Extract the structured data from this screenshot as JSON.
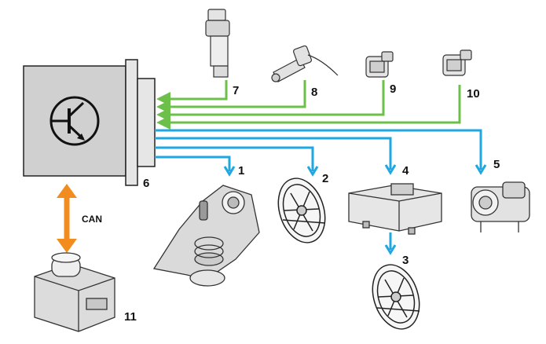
{
  "diagram": {
    "can_label": "CAN",
    "components": [
      {
        "id": "1",
        "label": "1",
        "icon": "throttle-housing-icon"
      },
      {
        "id": "2",
        "label": "2",
        "icon": "cooling-fan-icon"
      },
      {
        "id": "3",
        "label": "3",
        "icon": "cooling-fan-icon"
      },
      {
        "id": "4",
        "label": "4",
        "icon": "fan-control-module-icon"
      },
      {
        "id": "5",
        "label": "5",
        "icon": "actuator-motor-icon"
      },
      {
        "id": "6",
        "label": "6",
        "icon": "ecu-connector-icon"
      },
      {
        "id": "7",
        "label": "7",
        "icon": "airflow-sensor-icon"
      },
      {
        "id": "8",
        "label": "8",
        "icon": "speed-sensor-icon"
      },
      {
        "id": "9",
        "label": "9",
        "icon": "temperature-sensor-icon"
      },
      {
        "id": "10",
        "label": "10",
        "icon": "temperature-sensor-icon"
      },
      {
        "id": "11",
        "label": "11",
        "icon": "abs-module-icon"
      }
    ],
    "colors": {
      "input_line": "#6cc04a",
      "output_line": "#1ea7e1",
      "can_line": "#f28c1e",
      "ecu_fill": "#d0d0d0"
    }
  }
}
